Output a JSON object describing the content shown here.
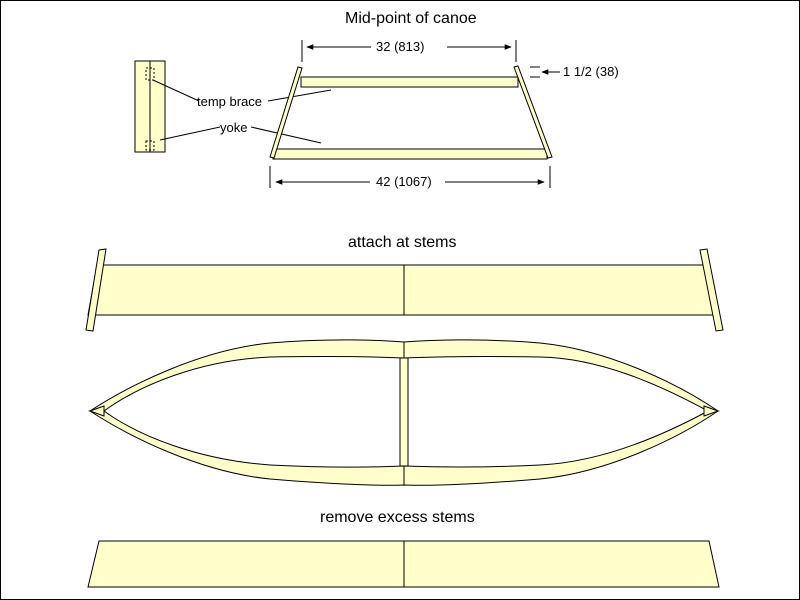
{
  "titles": {
    "midpoint": "Mid-point of canoe",
    "attach": "attach at stems",
    "remove": "remove excess stems"
  },
  "dimensions": {
    "top_width": "32 (813)",
    "bottom_width": "42 (1067)",
    "thickness": "1 1/2 (38)"
  },
  "callouts": {
    "temp_brace": "temp brace",
    "yoke": "yoke"
  },
  "colors": {
    "plank_fill": "#ffffcc",
    "stroke": "#000000",
    "background": "#ffffff"
  }
}
